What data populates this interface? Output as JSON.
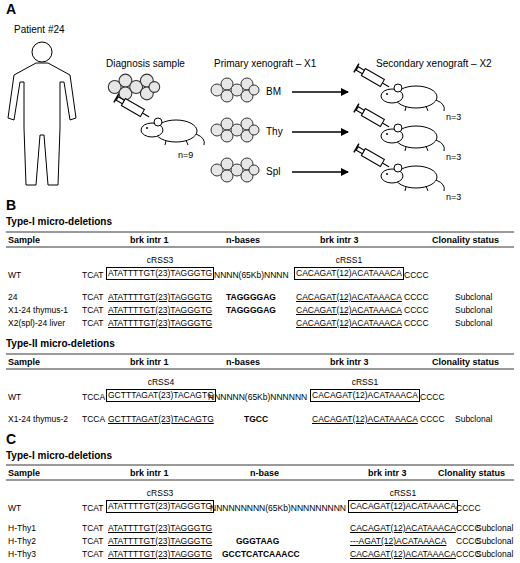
{
  "diagram": {
    "nodes": [
      {
        "text": [
          "cRSS3",
          "ATATTTTGT(23)TAGGGTG"
        ]
      },
      {
        "text": [
          "cRSS1",
          "CACAGAT(12)ACATAAACA"
        ]
      },
      {
        "text": [
          "cRSS4",
          "GCTTTAGAT(23)TACAGTG"
        ]
      },
      {
        "text": [
          "cRSS1",
          "CACAGAT(12)ACATAAACA"
        ]
      },
      {
        "text": [
          "cRSS3",
          "ATATTTTGT(23)TAGGGTG"
        ]
      },
      {
        "text": [
          "cRSS1",
          "CACAGAT(12)ACATAAACA"
        ]
      }
    ],
    "labels": [
      "A",
      "Patient #24",
      "Diagnosis sample",
      "Primary xenograft – X1",
      "Secondary xenograft – X2",
      "n=9",
      "BM",
      "Thy",
      "Spl",
      "n=3",
      "n=3",
      "n=3",
      "B",
      "Type-I micro-deletions",
      "Sample",
      "brk intr 1",
      "n-bases",
      "brk intr 3",
      "Clonality status",
      "WT",
      "TCAT",
      "NNNN(65Kb)NNNN",
      "CCCC",
      "24",
      "TCAT",
      "ATATTTTGT(23)TAGGGTG",
      "TAGGGGAG",
      "CACAGAT(12)ACATAAACA",
      "CCCC",
      "Subclonal",
      "X1-24 thymus-1",
      "TCAT",
      "ATATTTTGT(23)TAGGGTG",
      "TAGGGGAG",
      "CACAGAT(12)ACATAAACA",
      "CCCC",
      "Subclonal",
      "X2(spl)-24 liver",
      "TCAT",
      "ATATTTTGT(23)TAGGGTG",
      "CACAGAT(12)ACATAAACA",
      "CCCC",
      "Subclonal",
      "Type-II micro-deletions",
      "Sample",
      "brk intr 1",
      "n-bases",
      "brk intr 3",
      "Clonality status",
      "WT",
      "TCCA",
      "NNNNNN(65Kb)NNNNNN",
      "CCCC",
      "X1-24 thymus-2",
      "TCCA",
      "GCTTTAGAT(23)TACAGTG",
      "TGCC",
      "CACAGAT(12)ACATAAACA",
      "CCCC",
      "Subclonal",
      "C",
      "Type-I micro-deletions",
      "Sample",
      "brk intr 1",
      "n-base",
      "brk intr 3",
      "Clonality status",
      "WT",
      "TCAT",
      "NNNNNNNNN(65Kb)NNNNNNNNN",
      "CCCC",
      "H-Thy1",
      "TCAT",
      "ATATTTTGT(23)TAGGGTG",
      "CACAGAT(12)ACATAAACA",
      "CCCC",
      "Subclonal",
      "H-Thy2",
      "TCAT",
      "ATATTTTGT(23)TAGGGTG",
      "GGGTAAG",
      "---AGAT(12)ACATAAACA",
      "CCCC",
      "Subclonal",
      "H-Thy3",
      "TCAT",
      "ATATTTTGT(23)TAGGGTG",
      "GCCTCATCAAACC",
      "CACAGAT(12)ACATAAACA",
      "CCCC",
      "Subclonal"
    ]
  }
}
